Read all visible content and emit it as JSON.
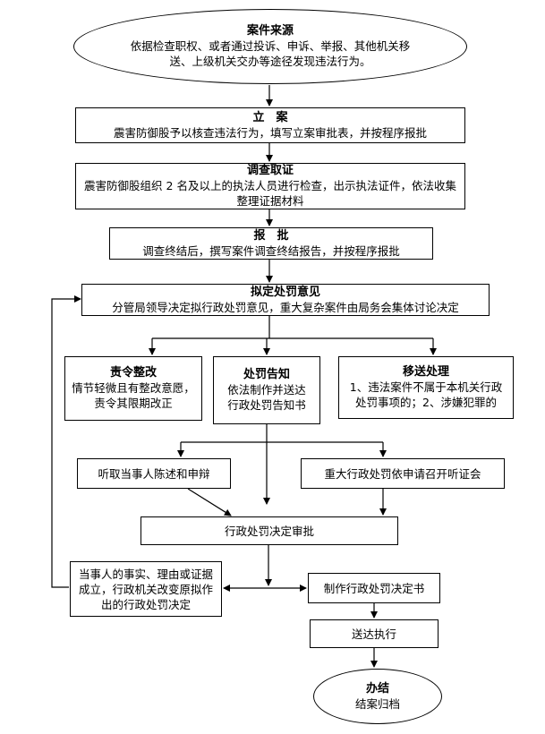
{
  "nodes": {
    "source": {
      "title": "案件来源",
      "body": "依据检查职权、或者通过投诉、申诉、举报、其他机关移送、上级机关交办等途径发现违法行为。"
    },
    "filing": {
      "title": "立　案",
      "body": "震害防御股予以核查违法行为，填写立案审批表，并按程序报批"
    },
    "investigation": {
      "title": "调查取证",
      "body": "震害防御股组织 2 名及以上的执法人员进行检查，出示执法证件，依法收集整理证据材料"
    },
    "report": {
      "title": "报　批",
      "body": "调查终结后，撰写案件调查终结报告，并按程序报批"
    },
    "opinion": {
      "title": "拟定处罚意见",
      "body": "分管局领导决定拟行政处罚意见，重大复杂案件由局务会集体讨论决定"
    },
    "rectify": {
      "title": "责令整改",
      "body": "情节轻微且有整改意愿，责令其限期改正"
    },
    "notice": {
      "title": "处罚告知",
      "body": "依法制作并送达行政处罚告知书"
    },
    "transfer": {
      "title": "移送处理",
      "body": "1、违法案件不属于本机关行政处罚事项的；2、涉嫌犯罪的"
    },
    "defense": {
      "body": "听取当事人陈述和申辩"
    },
    "hearing": {
      "body": "重大行政处罚依申请召开听证会"
    },
    "decision_approval": {
      "body": "行政处罚决定审批"
    },
    "change": {
      "body": "当事人的事实、理由或证据成立，行政机关改变原拟作出的行政处罚决定"
    },
    "make_decision": {
      "body": "制作行政处罚决定书"
    },
    "delivery": {
      "body": "送达执行"
    },
    "closing": {
      "title": "办结",
      "body": "结案归档"
    }
  }
}
